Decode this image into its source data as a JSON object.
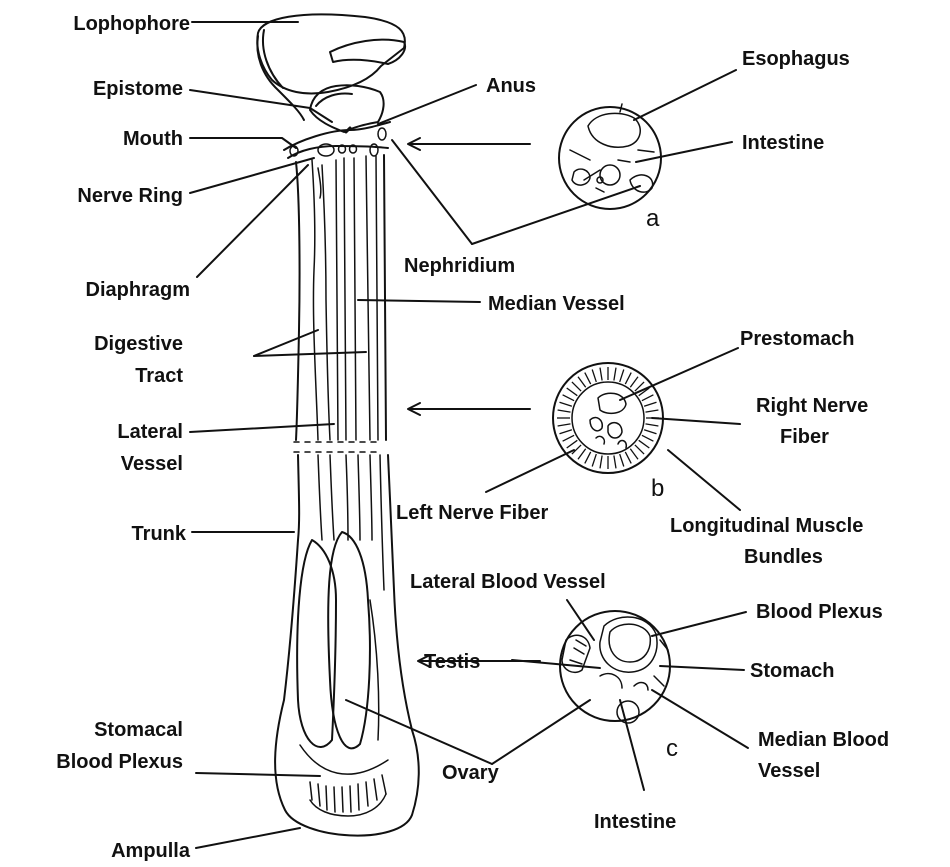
{
  "labels": {
    "lophophore": "Lophophore",
    "epistome": "Epistome",
    "mouth": "Mouth",
    "nerve_ring": "Nerve Ring",
    "diaphragm": "Diaphragm",
    "digestive_tract_1": "Digestive",
    "digestive_tract_2": "Tract",
    "lateral_vessel_1": "Lateral",
    "lateral_vessel_2": "Vessel",
    "trunk": "Trunk",
    "stomacal_plexus_1": "Stomacal",
    "stomacal_plexus_2": "Blood Plexus",
    "ampulla": "Ampulla",
    "anus": "Anus",
    "nephridium": "Nephridium",
    "median_vessel": "Median Vessel",
    "esophagus": "Esophagus",
    "intestine_a": "Intestine",
    "prestomach": "Prestomach",
    "right_nerve_1": "Right Nerve",
    "right_nerve_2": "Fiber",
    "left_nerve_fiber": "Left Nerve Fiber",
    "longitudinal_1": "Longitudinal Muscle",
    "longitudinal_2": "Bundles",
    "lateral_blood_vessel": "Lateral Blood Vessel",
    "blood_plexus": "Blood Plexus",
    "testis": "Testis",
    "stomach": "Stomach",
    "median_blood_1": "Median Blood",
    "median_blood_2": "Vessel",
    "ovary": "Ovary",
    "intestine_c": "Intestine"
  },
  "section_letters": {
    "a": "a",
    "b": "b",
    "c": "c"
  },
  "colors": {
    "ink": "#111111",
    "background": "#ffffff"
  }
}
